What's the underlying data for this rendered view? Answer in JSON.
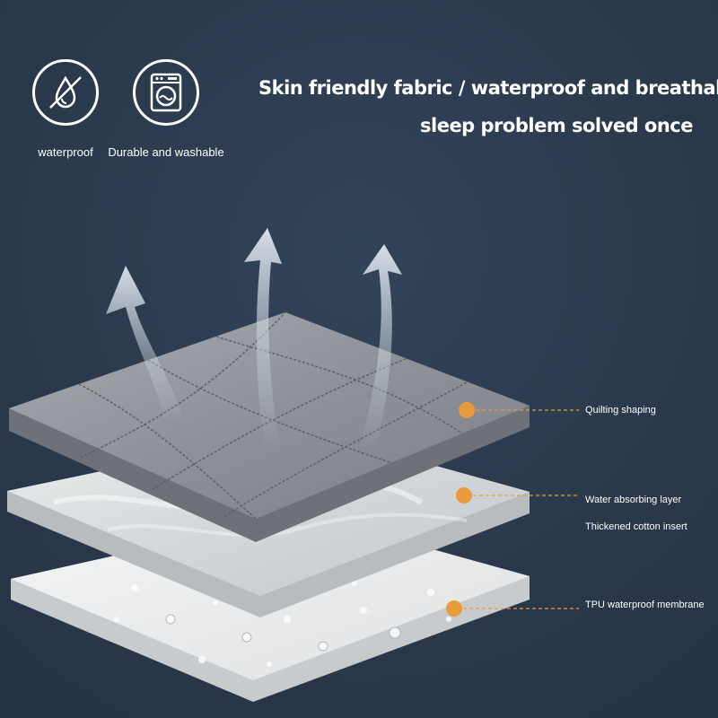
{
  "features": [
    {
      "label": "waterproof",
      "icon": "waterproof-drop-icon"
    },
    {
      "label": "Durable and washable",
      "icon": "washing-machine-icon"
    }
  ],
  "headline": {
    "line1": "Skin friendly fabric / waterproof and breathable",
    "line2": "sleep problem solved once"
  },
  "layers": {
    "top": "Quilting shaping",
    "middle": "Water absorbing layer",
    "middle_sub": "Thickened cotton insert",
    "bottom": "TPU waterproof membrane"
  },
  "colors": {
    "background": "#2c3a4d",
    "accent": "#e89a3c",
    "quilt": "#8e9298",
    "cotton": "#d9dbdc",
    "membrane": "#e9eaeb"
  }
}
